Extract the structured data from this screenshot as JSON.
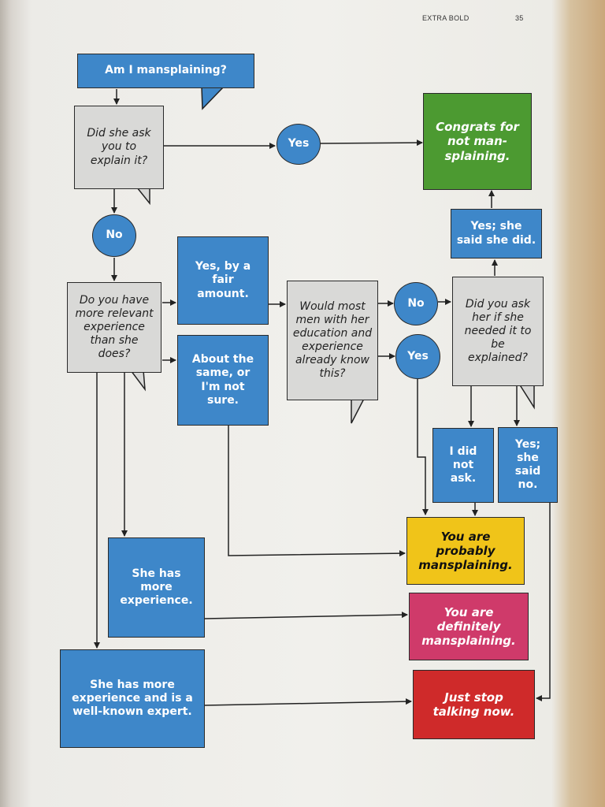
{
  "header": {
    "section": "EXTRA BOLD",
    "page_number": "35"
  },
  "nodes": {
    "start": "Am I mansplaining?",
    "q_ask": "Did she ask you to explain it?",
    "yes1": "Yes",
    "congrats": "Congrats for not man-splaining.",
    "no1": "No",
    "q_experience": "Do you have more relevant experience than she does?",
    "yes_fair": "Yes, by a fair amount.",
    "same": "About the same, or I'm not sure.",
    "q_men": "Would most men with her education and experience already know this?",
    "no2": "No",
    "yes2": "Yes",
    "q_did_ask": "Did you ask her if she needed it to be explained?",
    "yes_said_did": "Yes; she said she did.",
    "did_not_ask": "I did not ask.",
    "yes_said_no": "Yes; she said no.",
    "probably": "You are probably mansplaining.",
    "she_more": "She has more experience.",
    "definitely": "You are definitely mansplaining.",
    "she_expert": "She has more experience and is a well-known expert.",
    "stop": "Just stop talking now."
  }
}
